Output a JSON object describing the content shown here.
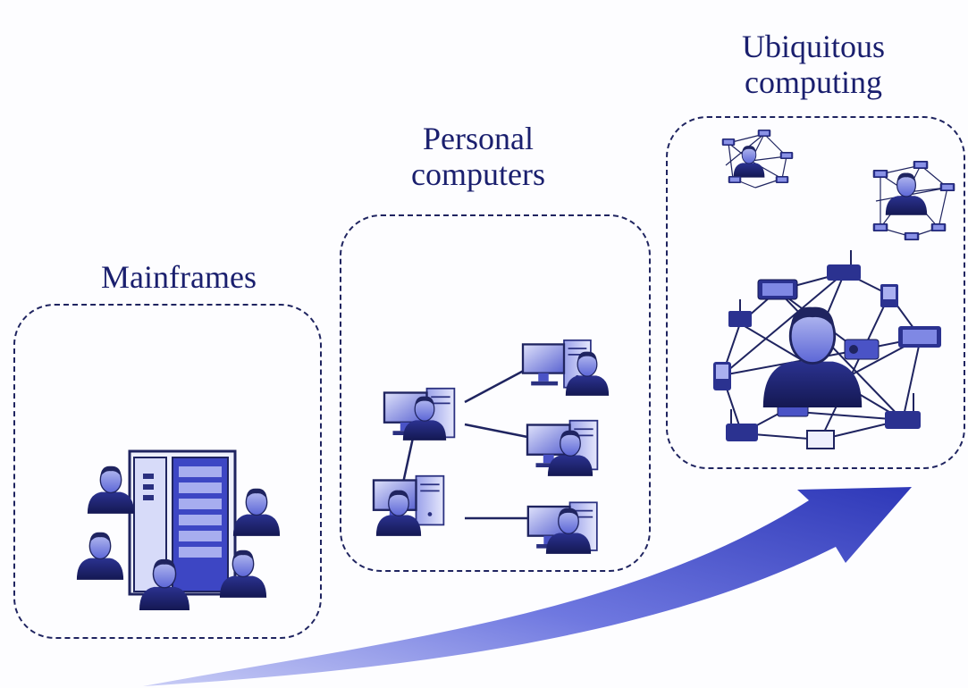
{
  "stages": [
    {
      "title": "Mainframes"
    },
    {
      "title": "Personal computers"
    },
    {
      "title": "Ubiquitous computing"
    }
  ],
  "colors": {
    "accent": "#3b45c8",
    "dark": "#1f2460",
    "text": "#1a1f6e",
    "background": "#fdfdff"
  },
  "icons": [
    "mainframe-server-icon",
    "person-icon",
    "desktop-computer-icon",
    "network-device-icon",
    "growth-arrow-icon"
  ]
}
